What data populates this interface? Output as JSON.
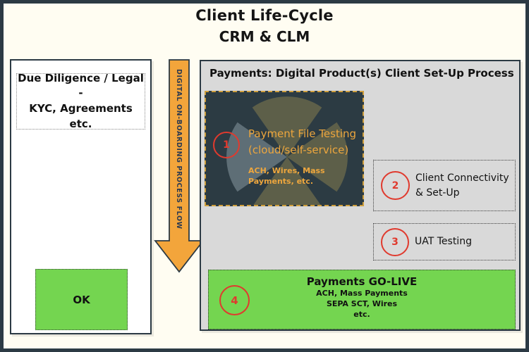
{
  "title": {
    "line1": "Client Life-Cycle",
    "line2": "CRM & CLM"
  },
  "left_panel": {
    "due_diligence_line1": "Due Diligence / Legal -",
    "due_diligence_line2": "KYC, Agreements etc.",
    "ok_label": "OK"
  },
  "arrow": {
    "label": "DIGITAL ON-BOARDING PROCESS FLOW"
  },
  "right_panel": {
    "header": "Payments: Digital Product(s) Client Set-Up Process",
    "steps": [
      {
        "number": "1",
        "title_line1": "Payment File Testing",
        "title_line2": "(cloud/self-service)",
        "subtitle": "ACH, Wires, Mass Payments, etc."
      },
      {
        "number": "2",
        "label_line1": "Client Connectivity",
        "label_line2": "& Set-Up"
      },
      {
        "number": "3",
        "label": "UAT Testing"
      },
      {
        "number": "4",
        "title": "Payments GO-LIVE",
        "line1": "ACH, Mass Payments",
        "line2": "SEPA SCT, Wires",
        "line3": "etc."
      }
    ]
  },
  "colors": {
    "frame_border": "#2c3a44",
    "background": "#fffdf2",
    "panel_gray": "#d9d9d9",
    "dark_box": "#2c3b43",
    "accent_orange": "#f3a53b",
    "orange_text": "#eda63d",
    "green": "#74d550",
    "step_circle_red": "#e03a2e"
  }
}
